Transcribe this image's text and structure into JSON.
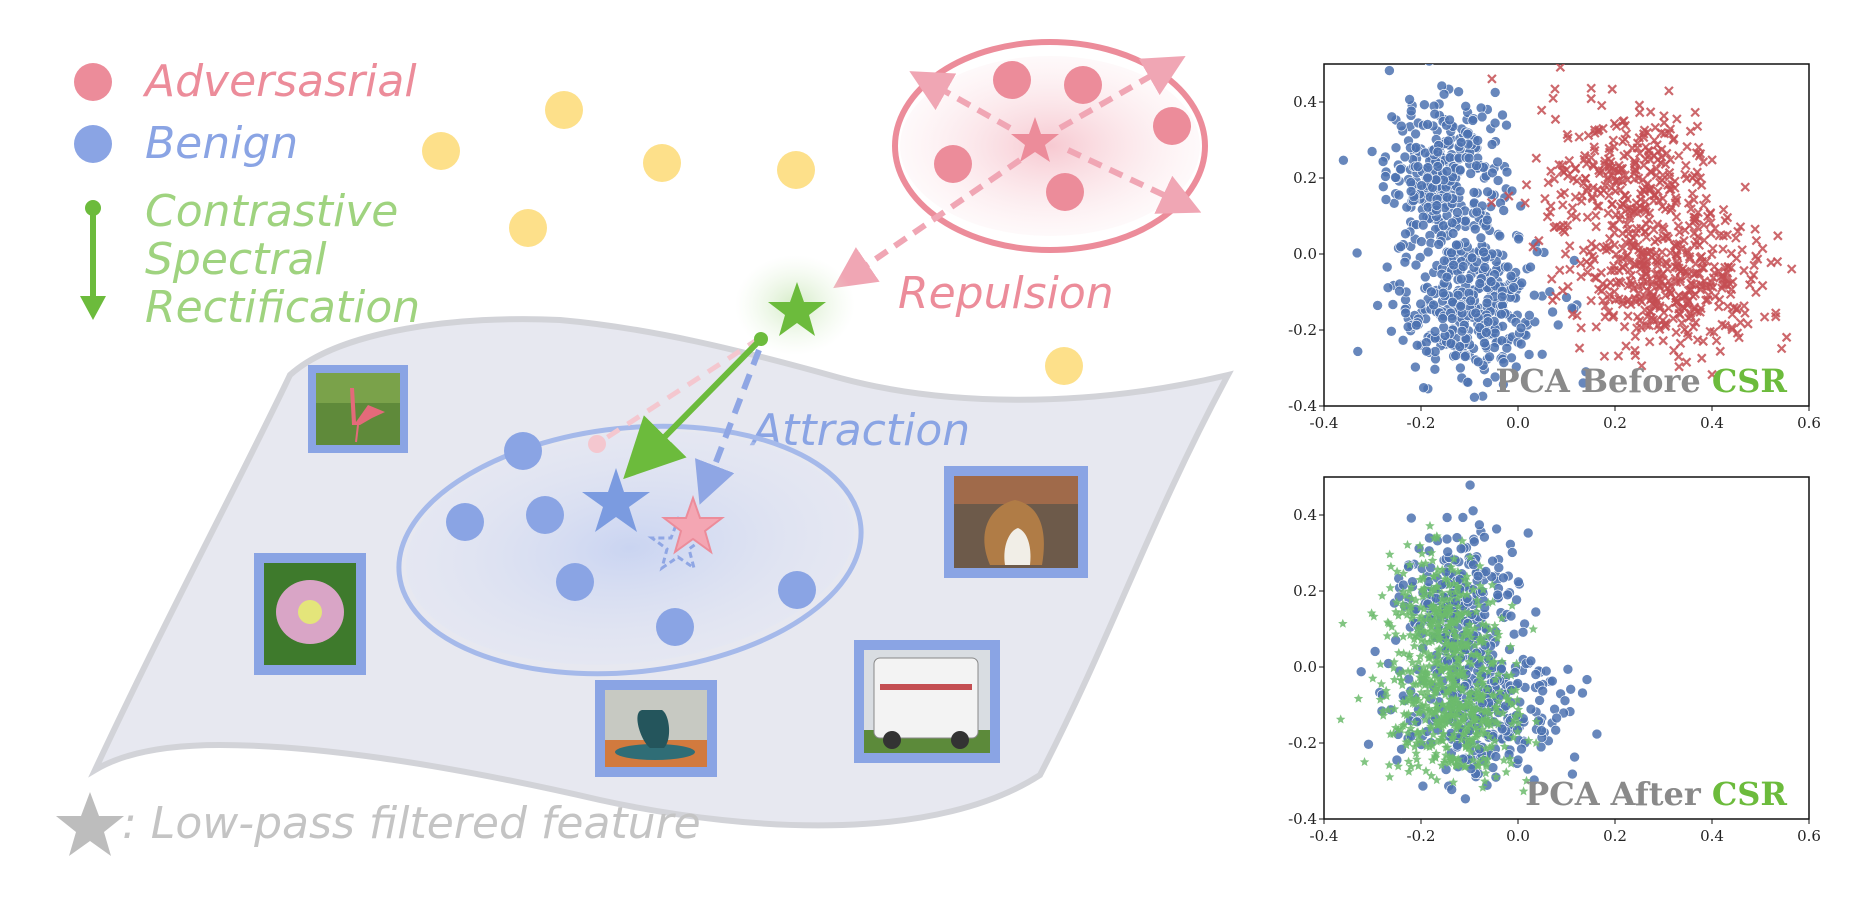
{
  "legend": {
    "adversarial": "Adversasrial",
    "benign": "Benign",
    "csr_line1": "Contrastive",
    "csr_line2": "Spectral",
    "csr_line3": "Rectification"
  },
  "labels": {
    "repulsion": "Repulsion",
    "attraction": "Attraction",
    "footnote": ": Low-pass filtered feature"
  },
  "colors": {
    "adversarial": "#e8788a",
    "benign": "#7b9be0",
    "csr": "#6cbb3c",
    "unlabeled": "#fde08a",
    "manifold": "#e8e9f1",
    "lowpass": "#bdbdbd"
  },
  "icons": {
    "legend_arrow": "down-arrow-icon",
    "footnote_star": "star-icon"
  },
  "thumbnails": [
    {
      "name": "bird-image",
      "subject": "flamingo"
    },
    {
      "name": "flower-image",
      "subject": "flower"
    },
    {
      "name": "vase-image",
      "subject": "vase"
    },
    {
      "name": "dog-image",
      "subject": "collie"
    },
    {
      "name": "van-image",
      "subject": "camper van"
    }
  ],
  "chart_data": [
    {
      "type": "scatter",
      "title_prefix": "PCA Before ",
      "title_highlight": "CSR",
      "xlim": [
        -0.4,
        0.6
      ],
      "ylim": [
        -0.4,
        0.5
      ],
      "xticks": [
        "-0.4",
        "-0.2",
        "0.0",
        "0.2",
        "0.4",
        "0.6"
      ],
      "yticks": [
        "-0.4",
        "-0.2",
        "0.0",
        "0.2",
        "0.4"
      ],
      "xtick_values": [
        -0.4,
        -0.2,
        0.0,
        0.2,
        0.4,
        0.6
      ],
      "ytick_values": [
        -0.4,
        -0.2,
        0.0,
        0.2,
        0.4
      ],
      "series": [
        {
          "marker": "circle",
          "color": "#4c72b0",
          "clusters": [
            {
              "cx": -0.15,
              "cy": 0.21,
              "sx": 0.06,
              "sy": 0.1,
              "n": 320
            },
            {
              "cx": -0.1,
              "cy": -0.13,
              "sx": 0.08,
              "sy": 0.1,
              "n": 380
            }
          ]
        },
        {
          "marker": "cross",
          "color": "#c44e52",
          "clusters": [
            {
              "cx": 0.23,
              "cy": 0.17,
              "sx": 0.09,
              "sy": 0.11,
              "n": 320
            },
            {
              "cx": 0.32,
              "cy": -0.07,
              "sx": 0.1,
              "sy": 0.09,
              "n": 380
            }
          ]
        }
      ]
    },
    {
      "type": "scatter",
      "title_prefix": "PCA After ",
      "title_highlight": "CSR",
      "xlim": [
        -0.4,
        0.6
      ],
      "ylim": [
        -0.4,
        0.5
      ],
      "xticks": [
        "-0.4",
        "-0.2",
        "0.0",
        "0.2",
        "0.4",
        "0.6"
      ],
      "yticks": [
        "-0.4",
        "-0.2",
        "0.0",
        "0.2",
        "0.4"
      ],
      "xtick_values": [
        -0.4,
        -0.2,
        0.0,
        0.2,
        0.4,
        0.6
      ],
      "ytick_values": [
        -0.4,
        -0.2,
        0.0,
        0.2,
        0.4
      ],
      "series": [
        {
          "marker": "circle",
          "color": "#4c72b0",
          "clusters": [
            {
              "cx": -0.12,
              "cy": 0.17,
              "sx": 0.06,
              "sy": 0.1,
              "n": 260
            },
            {
              "cx": -0.08,
              "cy": -0.12,
              "sx": 0.08,
              "sy": 0.08,
              "n": 300
            }
          ]
        },
        {
          "marker": "star",
          "color": "#6cbb6c",
          "clusters": [
            {
              "cx": -0.16,
              "cy": 0.1,
              "sx": 0.06,
              "sy": 0.1,
              "n": 320
            },
            {
              "cx": -0.13,
              "cy": -0.13,
              "sx": 0.07,
              "sy": 0.08,
              "n": 360
            }
          ]
        }
      ]
    }
  ],
  "title_highlight_color": "#6cbb3c",
  "title_prefix_color": "#8a8a8a"
}
